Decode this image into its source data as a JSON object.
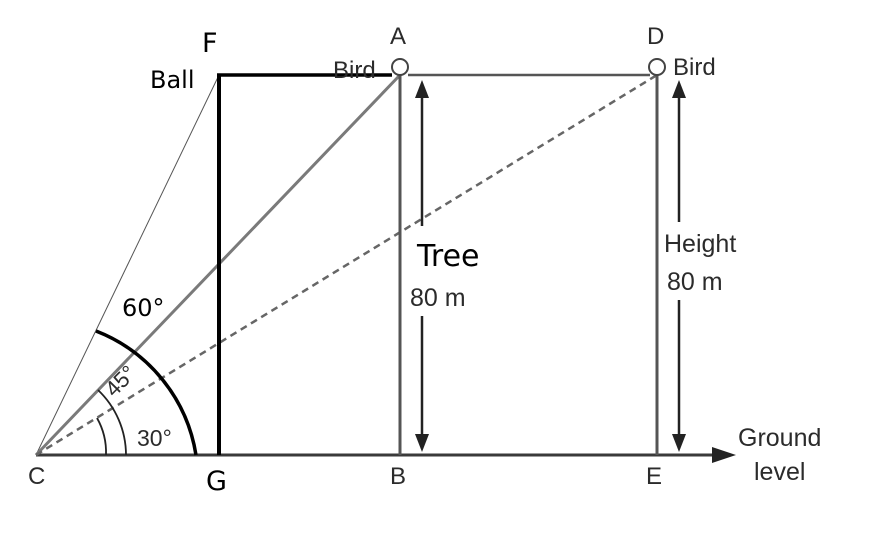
{
  "points": {
    "A": "A",
    "B": "B",
    "C": "C",
    "D": "D",
    "E": "E",
    "F": "F",
    "G": "G"
  },
  "labels": {
    "ball": "Ball",
    "bird_left": "Bird",
    "bird_right": "Bird",
    "tree": "Tree",
    "tree_height": "80 m",
    "height": "Height",
    "height_value": "80 m",
    "ground_line1": "Ground",
    "ground_line2": "level"
  },
  "angles": {
    "a60": "60°",
    "a45": "45°",
    "a30": "30°"
  },
  "colors": {
    "line": "#000000",
    "grey_line": "#777777",
    "dashed": "#666666",
    "text": "#2b2b2b"
  }
}
